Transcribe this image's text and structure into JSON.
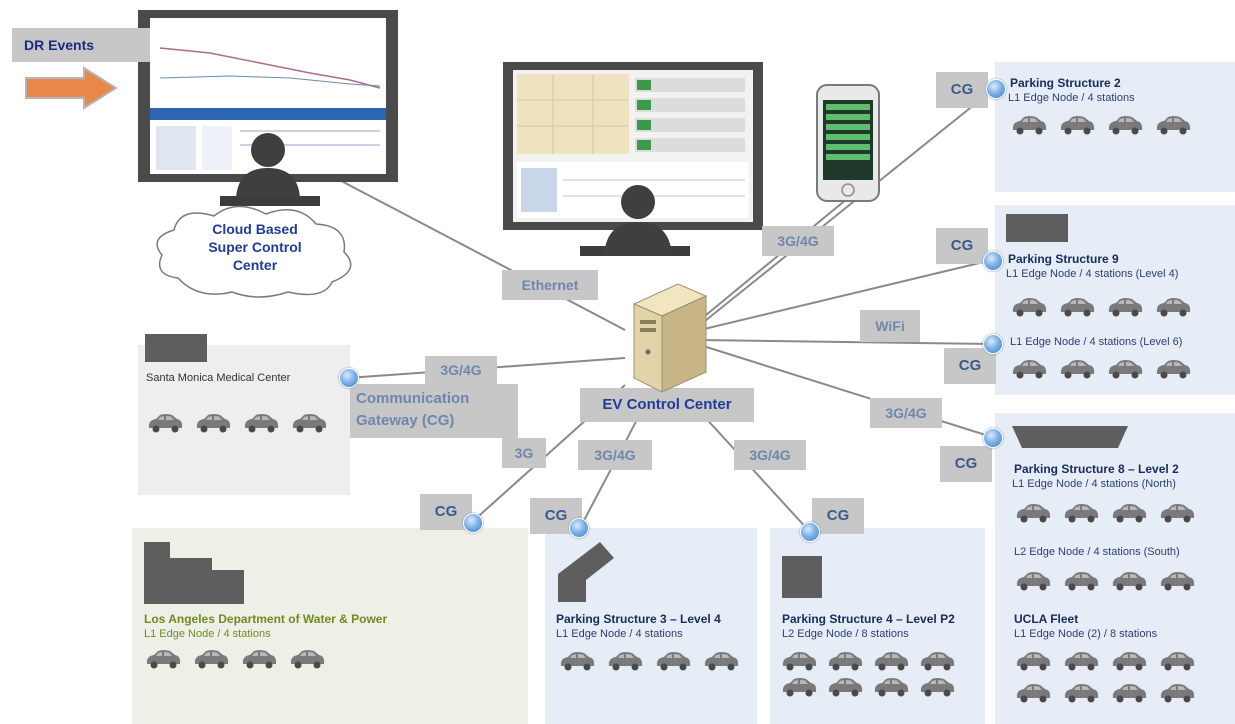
{
  "dr_events": {
    "label": "DR Events"
  },
  "cloud": {
    "line1": "Cloud Based",
    "line2": "Super Control",
    "line3": "Center"
  },
  "center": {
    "label": "EV Control Center"
  },
  "comm_gateway": {
    "line1": "Communication",
    "line2": "Gateway (CG)"
  },
  "links": {
    "ethernet": "Ethernet",
    "mobile_top": "3G/4G",
    "wifi": "WiFi",
    "right_mid": "3G/4G",
    "left": "3G/4G",
    "bottom_left": "3G",
    "bottom_mid": "3G/4G",
    "bottom_right": "3G/4G"
  },
  "cg_label": "CG",
  "sites": {
    "ps2": {
      "title": "Parking Structure 2",
      "sub": "L1 Edge Node / 4 stations"
    },
    "ps9": {
      "title": "Parking Structure 9",
      "sub1": "L1 Edge Node / 4 stations (Level 4)",
      "sub2": "L1 Edge Node / 4 stations (Level 6)"
    },
    "ps8": {
      "title": "Parking Structure 8 – Level 2",
      "sub1": "L1 Edge Node / 4 stations (North)",
      "sub2": "L2 Edge Node / 4 stations (South)"
    },
    "fleet": {
      "title": "UCLA Fleet",
      "sub": "L1 Edge Node (2) / 8 stations"
    },
    "smmc": {
      "title": "Santa Monica Medical  Center"
    },
    "ladwp": {
      "title": "Los Angeles  Department of Water & Power",
      "sub": "L1 Edge Node / 4 stations"
    },
    "ps3": {
      "title": "Parking Structure 3 – Level 4",
      "sub": "L1 Edge Node / 4 stations"
    },
    "ps4": {
      "title": "Parking Structure 4 – Level P2",
      "sub": "L2 Edge Node / 8 stations"
    }
  },
  "colors": {
    "label_bg": "#c7c7c7",
    "label_text": "#6d87ad",
    "title_text": "#1a2c60",
    "ladwp_text": "#6f8a1f",
    "node": "#3c7fc4"
  }
}
